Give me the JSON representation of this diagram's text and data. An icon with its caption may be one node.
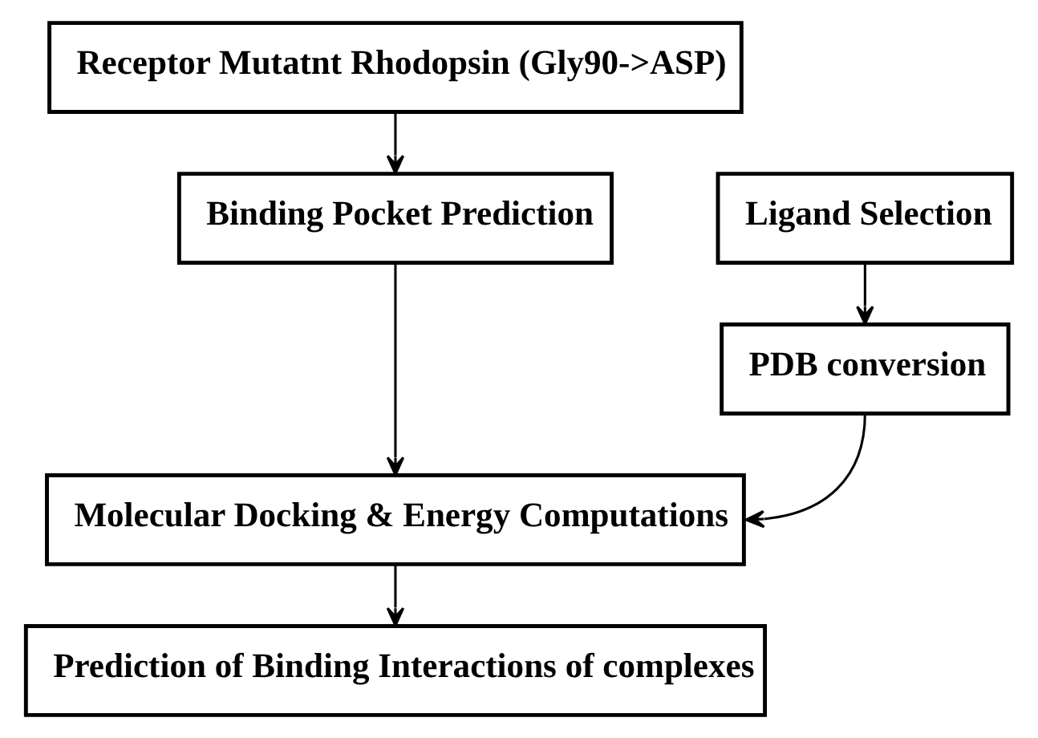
{
  "diagram": {
    "nodes": [
      {
        "text": [
          "Receptor Mutatnt Rhodopsin (Gly90->ASP)"
        ]
      },
      {
        "text": [
          "Binding Pocket Prediction"
        ]
      },
      {
        "text": [
          "Ligand Selection"
        ]
      },
      {
        "text": [
          "PDB conversion"
        ]
      },
      {
        "text": [
          "Molecular Docking & Energy Computations"
        ]
      },
      {
        "text": [
          "Prediction of Binding Interactions of complexes"
        ]
      }
    ],
    "edges": [
      {
        "from": 0,
        "to": 1,
        "arrow": "to"
      },
      {
        "from": 1,
        "to": 4,
        "arrow": "to"
      },
      {
        "from": 2,
        "to": 3,
        "arrow": "to"
      },
      {
        "from": 3,
        "to": 4,
        "arrow": "to"
      },
      {
        "from": 4,
        "to": 5,
        "arrow": "to"
      }
    ]
  }
}
